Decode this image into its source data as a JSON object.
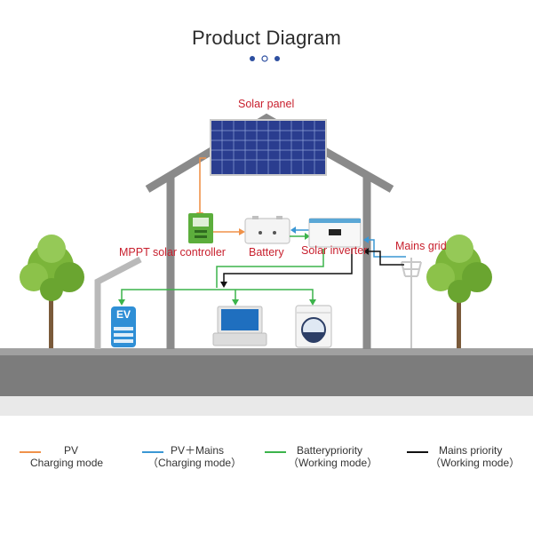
{
  "title": "Product Diagram",
  "labels": {
    "solar_panel": "Solar panel",
    "controller": "MPPT solar controller",
    "battery": "Battery",
    "inverter": "Solar inverter",
    "mains_grid": "Mains grid",
    "ev": "EV"
  },
  "legend": [
    {
      "line1": "PV",
      "line2": "Charging mode",
      "color": "#f0924a"
    },
    {
      "line1": "PV＋Mains",
      "line2": "（Charging mode）",
      "color": "#3a97d4"
    },
    {
      "line1": "Batterypriority",
      "line2": "（Working mode）",
      "color": "#3cb44b"
    },
    {
      "line1": "Mains priority",
      "line2": "（Working mode）",
      "color": "#111111"
    }
  ],
  "colors": {
    "pv": "#f0924a",
    "pv_mains": "#3a97d4",
    "battery_priority": "#3cb44b",
    "mains_priority": "#111111",
    "label_red": "#c8202e",
    "house_outline": "#8a8a8a",
    "ground": "#7a7a7a"
  }
}
